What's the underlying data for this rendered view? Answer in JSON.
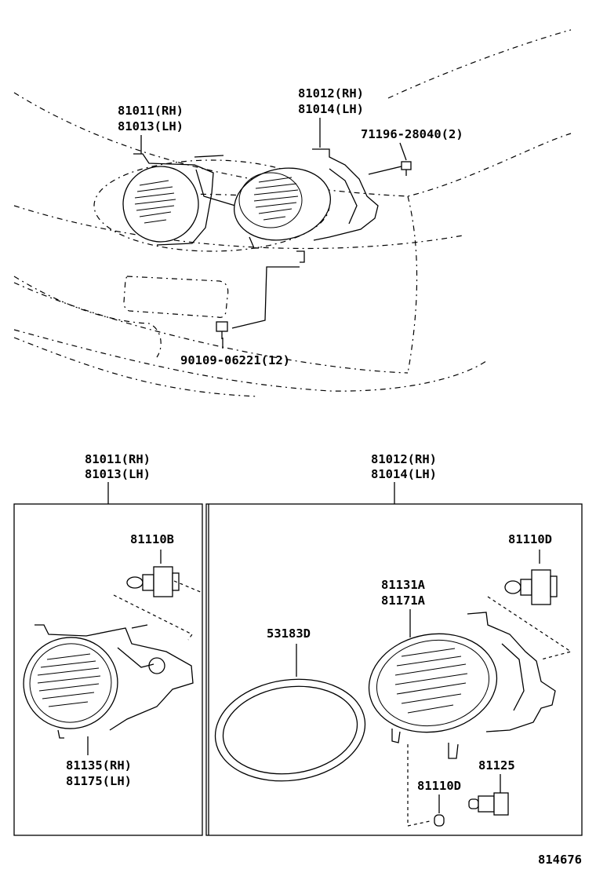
{
  "top_view": {
    "lamp_rh_lh_a": {
      "line1": "81011(RH)",
      "line2": "81013(LH)"
    },
    "lamp_rh_lh_b": {
      "line1": "81012(RH)",
      "line2": "81014(LH)"
    },
    "screw_a": "71196-28040(2)",
    "screw_b": "90109-06221(12)"
  },
  "left_box": {
    "header": {
      "line1": "81011(RH)",
      "line2": "81013(LH)"
    },
    "bulb": "81110B",
    "lens": {
      "line1": "81135(RH)",
      "line2": "81175(LH)"
    }
  },
  "right_box": {
    "header": {
      "line1": "81012(RH)",
      "line2": "81014(LH)"
    },
    "bulb_main": "81110D",
    "lens": {
      "line1": "81131A",
      "line2": "81171A"
    },
    "gasket": "53183D",
    "bulb_small": "81110D",
    "socket": "81125"
  },
  "diagram_id": "814676"
}
